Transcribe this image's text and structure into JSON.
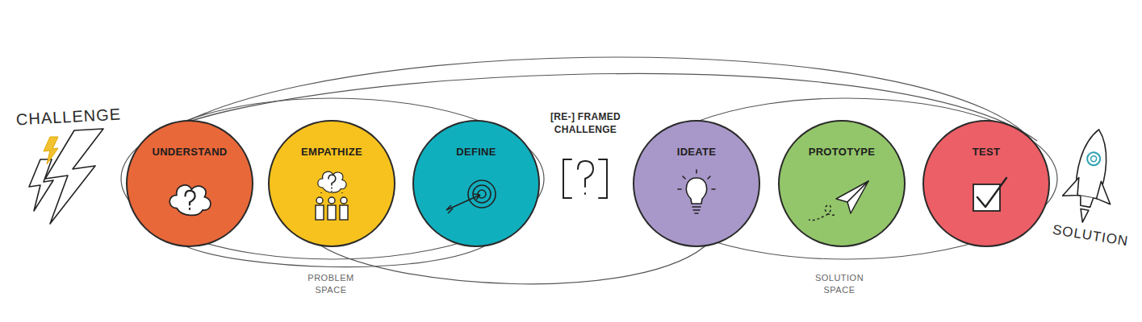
{
  "diagram": {
    "nodes": [
      {
        "text": [
          "UNDERSTAND"
        ]
      },
      {
        "text": [
          "EMPATHIZE"
        ]
      },
      {
        "text": [
          "DEFINE"
        ]
      },
      {
        "text": [
          "IDEATE"
        ]
      },
      {
        "text": [
          "PROTOTYPE"
        ]
      },
      {
        "text": [
          "TEST"
        ]
      }
    ],
    "labels": [
      "CHALLENGE",
      "[RE-] FRAMED CHALLENGE",
      "SOLUTION",
      "PROBLEM SPACE",
      "SOLUTION SPACE"
    ]
  }
}
